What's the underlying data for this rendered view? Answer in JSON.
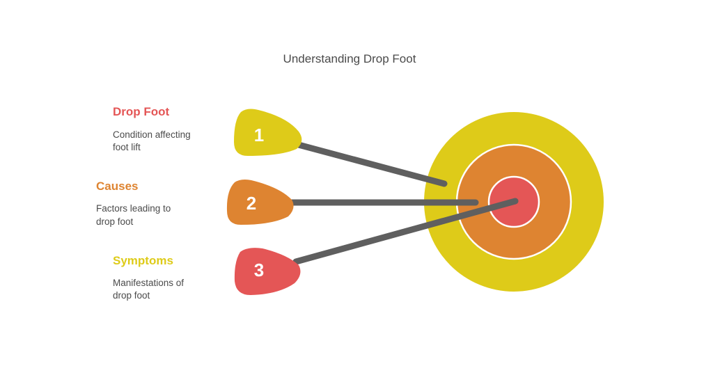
{
  "title": "Understanding Drop Foot",
  "colors": {
    "yellow": "#DECB19",
    "orange": "#DE8431",
    "red": "#E45656",
    "line": "#5F5F5F",
    "ring_border": "#ffffff"
  },
  "items": [
    {
      "number": "1",
      "heading": "Drop Foot",
      "heading_color": "#E45656",
      "marker_color": "#DECB19",
      "description": [
        "Condition affecting",
        "foot lift"
      ]
    },
    {
      "number": "2",
      "heading": "Causes",
      "heading_color": "#DE8431",
      "marker_color": "#DE8431",
      "description": [
        "Factors leading to",
        "drop foot"
      ]
    },
    {
      "number": "3",
      "heading": "Symptoms",
      "heading_color": "#DECB19",
      "marker_color": "#E45656",
      "description": [
        "Manifestations of",
        "drop foot"
      ]
    }
  ]
}
